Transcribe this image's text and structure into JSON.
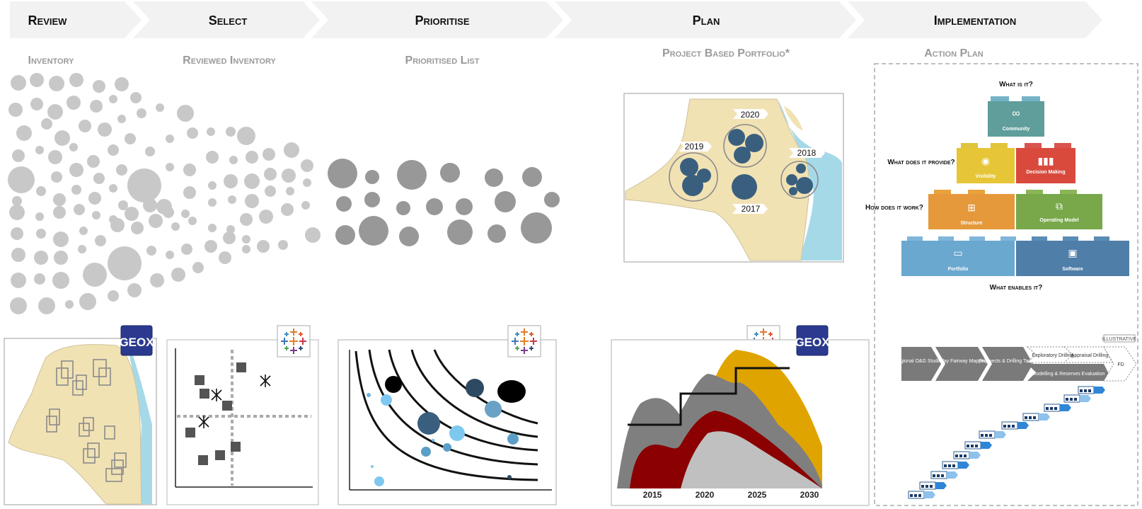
{
  "stages": [
    {
      "label": "Review"
    },
    {
      "label": "Select"
    },
    {
      "label": "Prioritise"
    },
    {
      "label": "Plan"
    },
    {
      "label": "Implementation"
    }
  ],
  "subtitles": {
    "inventory": "Inventory",
    "reviewed": "Reviewed Inventory",
    "prioritised": "Prioritised List",
    "portfolio": "Project Based Portfolio*",
    "action_plan": "Action Plan"
  },
  "logos": {
    "geox": "GEOX"
  },
  "map_years": [
    "2020",
    "2019",
    "2018",
    "2017"
  ],
  "pyramid": {
    "q_what": "What is it?",
    "q_provide": "What does it provide?",
    "q_work": "How does it work?",
    "q_enables": "What enables it?",
    "blocks": [
      "Community",
      "Visibility",
      "Decision Making",
      "Structure",
      "Operating Model",
      "Portfolio",
      "Software"
    ]
  },
  "process": {
    "tag": "ILLUSTRATIVE",
    "steps": [
      "Regional O&G Studies",
      "Play Fairway Mapping",
      "Prospects & Drilling Targets",
      "Exploratory Drilling",
      "Appraisal Drilling",
      "Modelling & Reserves Evaluation",
      "FD"
    ]
  },
  "colors": {
    "bubble_light": "#c8c8c8",
    "bubble_dark": "#989898",
    "map_land": "#f1e2b4",
    "map_sea": "#a6d9e8",
    "portfolio_bubble": "#3a5f7e",
    "area_grey": "#7f7f7f",
    "area_red": "#8b0000",
    "area_gold": "#e0a400",
    "area_silver": "#c0c0c0"
  },
  "chart_data": {
    "type": "area",
    "categories": [
      "2015",
      "2020",
      "2025",
      "2030"
    ]
  }
}
